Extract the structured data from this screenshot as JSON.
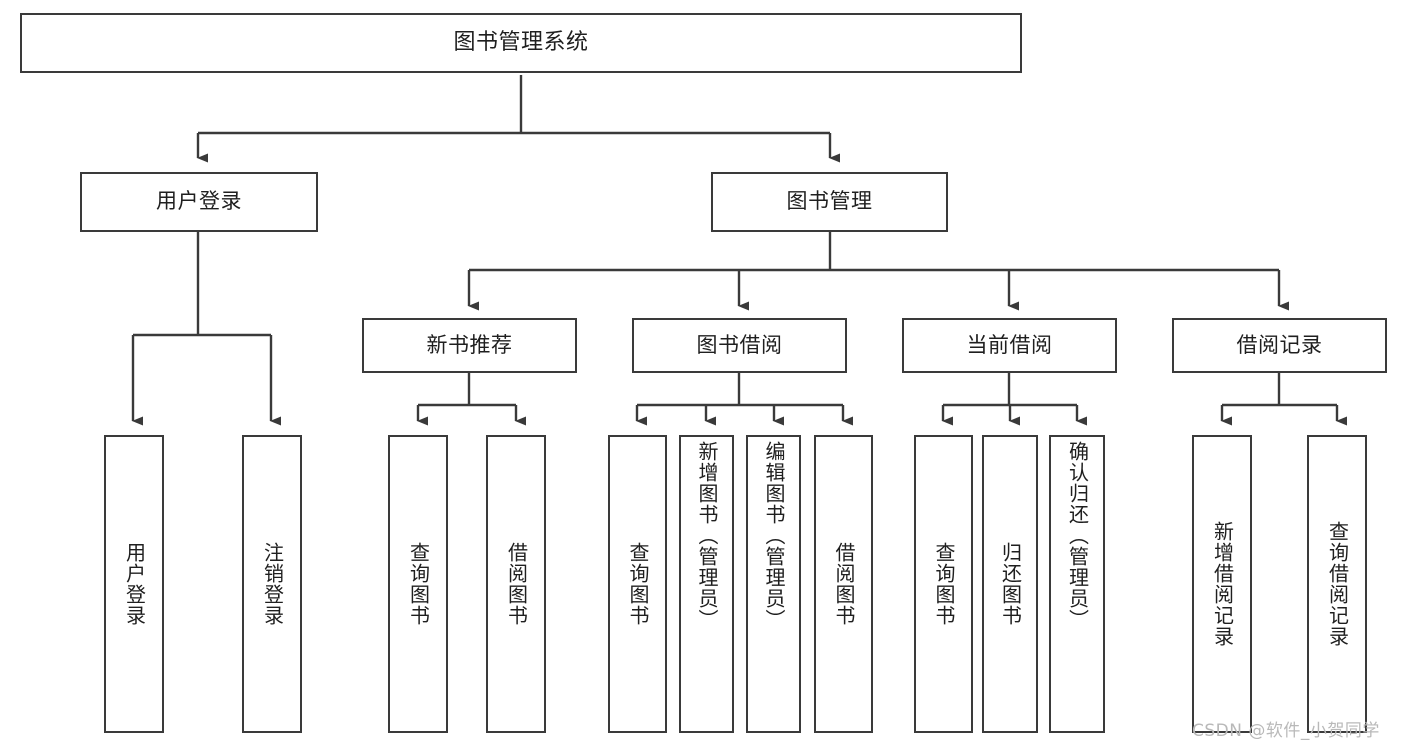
{
  "diagram": {
    "type": "tree-hierarchy-chart",
    "title": "图书管理系统",
    "stroke_color": "#3a3a3a",
    "background_color": "#ffffff",
    "text_color": "#1f1f1f",
    "nodes": {
      "root": {
        "label": "图书管理系统"
      },
      "level2": [
        {
          "label": "用户登录"
        },
        {
          "label": "图书管理"
        }
      ],
      "level3": [
        {
          "label": "新书推荐"
        },
        {
          "label": "图书借阅"
        },
        {
          "label": "当前借阅"
        },
        {
          "label": "借阅记录"
        }
      ],
      "leaves_user_login": [
        {
          "label": "用户登录"
        },
        {
          "label": "注销登录"
        }
      ],
      "leaves_new_book": [
        {
          "label": "查询图书"
        },
        {
          "label": "借阅图书"
        }
      ],
      "leaves_borrow": [
        {
          "label": "查询图书"
        },
        {
          "label": "新增图书（管理员）"
        },
        {
          "label": "编辑图书（管理员）"
        },
        {
          "label": "借阅图书"
        }
      ],
      "leaves_current": [
        {
          "label": "查询图书"
        },
        {
          "label": "归还图书"
        },
        {
          "label": "确认归还（管理员）"
        }
      ],
      "leaves_records": [
        {
          "label": "新增借阅记录"
        },
        {
          "label": "查询借阅记录"
        }
      ]
    }
  },
  "watermark": {
    "text": "CSDN @软件_小贺同学",
    "color": "#b9b9b9"
  }
}
